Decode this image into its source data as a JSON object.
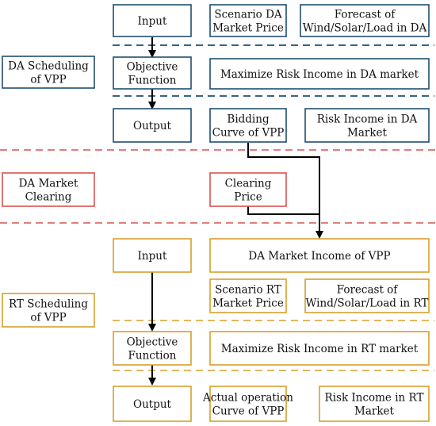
{
  "colors": {
    "da_scheduling": "#1f4e6e",
    "da_clearing": "#d9534f",
    "rt_scheduling": "#d6a02c",
    "arrows": "#000000"
  },
  "da_section": {
    "stage_label": [
      "DA Scheduling",
      "of VPP"
    ],
    "input_label": [
      "Input"
    ],
    "scenario_price": [
      "Scenario DA",
      "Market Price"
    ],
    "forecast": [
      "Forecast of",
      "Wind/Solar/Load in DA"
    ],
    "objective_label": [
      "Objective",
      "Function"
    ],
    "objective_text": [
      "Maximize Risk Income in DA market"
    ],
    "output_label": [
      "Output"
    ],
    "bidding_curve": [
      "Bidding",
      "Curve of VPP"
    ],
    "risk_income": [
      "Risk Income in DA",
      "Market"
    ]
  },
  "clearing_section": {
    "stage_label": [
      "DA Market",
      "Clearing"
    ],
    "clearing_price": [
      "Clearing",
      "Price"
    ]
  },
  "rt_section": {
    "stage_label": [
      "RT Scheduling",
      "of VPP"
    ],
    "input_label": [
      "Input"
    ],
    "da_income": [
      "DA Market Income of VPP"
    ],
    "scenario_price": [
      "Scenario RT",
      "Market Price"
    ],
    "forecast": [
      "Forecast of",
      "Wind/Solar/Load in RT"
    ],
    "objective_label": [
      "Objective",
      "Function"
    ],
    "objective_text": [
      "Maximize Risk Income in RT market"
    ],
    "output_label": [
      "Output"
    ],
    "actual_curve": [
      "Actual operation",
      "Curve of VPP"
    ],
    "risk_income": [
      "Risk Income in RT",
      "Market"
    ]
  }
}
